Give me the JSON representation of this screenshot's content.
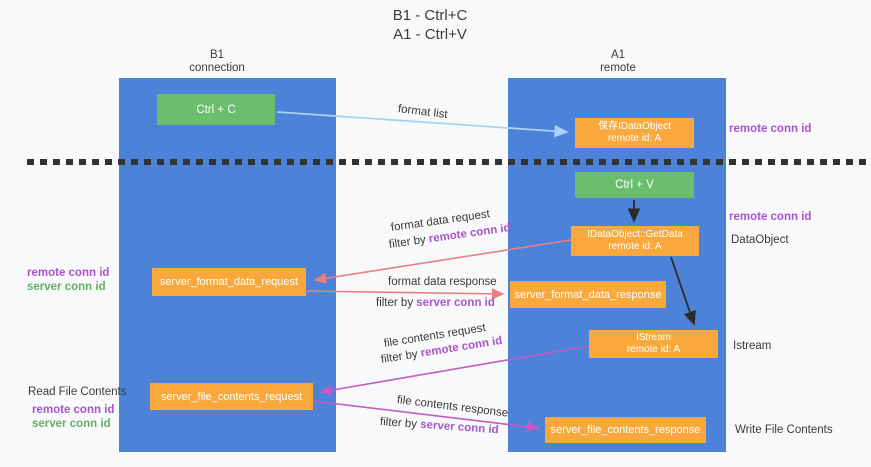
{
  "title": {
    "line1": "B1 - Ctrl+C",
    "line2": "A1 - Ctrl+V"
  },
  "lanes": {
    "left": {
      "name": "B1",
      "subtitle": "connection"
    },
    "right": {
      "name": "A1",
      "subtitle": "remote"
    }
  },
  "nodes": {
    "ctrl_c": {
      "label": "Ctrl + C"
    },
    "ctrl_v": {
      "label": "Ctrl + V"
    },
    "save_dataobject": {
      "line1": "保存IDataObject",
      "line2": "remote id: A"
    },
    "getdata": {
      "line1": "IDataObject::GetData",
      "line2": "remote id: A"
    },
    "istream": {
      "line1": "IStream",
      "line2": "remote id: A"
    },
    "server_format_data_request": {
      "label": "server_format_data_request"
    },
    "server_format_data_response": {
      "label": "server_format_data_response"
    },
    "server_file_contents_request": {
      "label": "server_file_contents_request"
    },
    "server_file_contents_response": {
      "label": "server_file_contents_response"
    }
  },
  "flow_labels": {
    "format_list": "format list",
    "format_data_request": "format data request",
    "format_data_response": "format data response",
    "file_contents_request": "file contents request",
    "file_contents_response": "file contents response",
    "filter_by": "filter by",
    "remote_conn_id": "remote conn id",
    "server_conn_id": "server conn id"
  },
  "side_labels": {
    "dataobject": "DataObject",
    "istream": "Istream",
    "read_file_contents": "Read File Contents",
    "write_file_contents": "Write File Contents"
  },
  "colors": {
    "lane_blue": "#4c82d8",
    "node_green": "#6abe6e",
    "node_orange": "#f9a83c",
    "arrow_light_blue": "#a5d5f2",
    "arrow_red": "#e88080",
    "arrow_magenta": "#c45ac4",
    "arrow_black": "#2b2b2b",
    "text_purple": "#a855cc",
    "text_green": "#62b162",
    "background": "#f8f9fa",
    "dashed_line": "#333333"
  }
}
